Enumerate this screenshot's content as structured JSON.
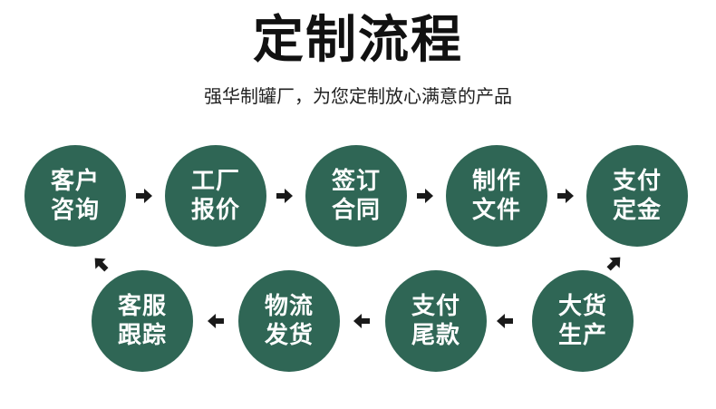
{
  "header": {
    "title": "定制流程",
    "subtitle": "强华制罐厂，为您定制放心满意的产品"
  },
  "steps": [
    {
      "label": "客户咨询"
    },
    {
      "label": "工厂报价"
    },
    {
      "label": "签订合同"
    },
    {
      "label": "制作文件"
    },
    {
      "label": "支付定金"
    },
    {
      "label": "大货生产"
    },
    {
      "label": "支付尾款"
    },
    {
      "label": "物流发货"
    },
    {
      "label": "客服跟踪"
    }
  ],
  "colors": {
    "circle": "#2f6655",
    "arrow": "#1a1a1a",
    "title": "#111111"
  }
}
